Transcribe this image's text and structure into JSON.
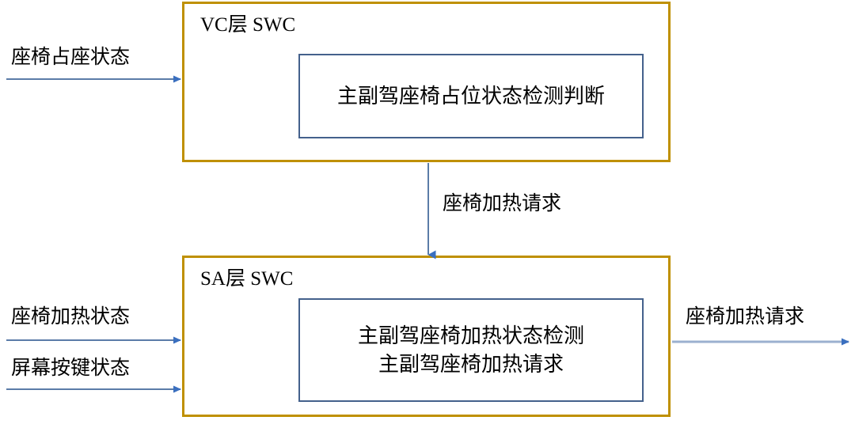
{
  "diagram": {
    "title_hidden": "",
    "colors": {
      "layer_border": "#BF9000",
      "component_border": "#44618C",
      "arrow_line": "#5B7CA8",
      "arrow_head": "#3A6FBF",
      "background": "#FFFFFF",
      "text": "#000000"
    },
    "layers": [
      {
        "id": "vc",
        "title": "VC层 SWC",
        "component": {
          "lines": [
            "主副驾座椅占位状态检测判断"
          ]
        }
      },
      {
        "id": "sa",
        "title": "SA层 SWC",
        "component": {
          "lines": [
            "主副驾座椅加热状态检测",
            "主副驾座椅加热请求"
          ]
        }
      }
    ],
    "signals": {
      "vc_inputs": [
        {
          "label": "座椅占座状态"
        }
      ],
      "sa_inputs": [
        {
          "label": "座椅加热状态"
        },
        {
          "label": "屏幕按键状态"
        }
      ],
      "interlayer": [
        {
          "label": "座椅加热请求"
        }
      ],
      "sa_outputs": [
        {
          "label": "座椅加热请求"
        }
      ]
    }
  }
}
